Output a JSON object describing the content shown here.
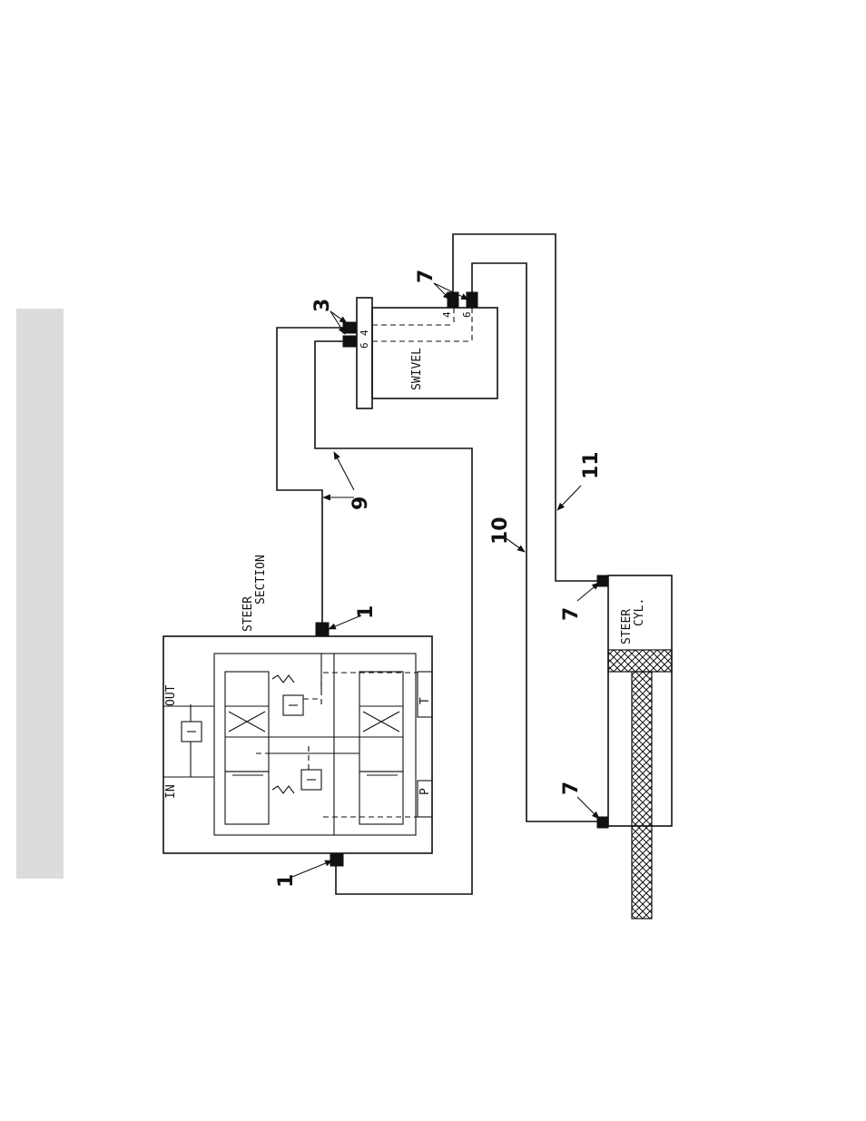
{
  "labels": {
    "steer": "STEER",
    "section": "SECTION",
    "swivel": "SWIVEL",
    "steer_cyl_line1": "STEER",
    "steer_cyl_line2": "CYL.",
    "port_out": "OUT",
    "port_in": "IN",
    "port_t": "T",
    "port_p": "P",
    "swivel_port_4a": "4",
    "swivel_port_6a": "6",
    "swivel_port_4b": "4",
    "swivel_port_6b": "6"
  },
  "callouts": {
    "c1_top": "1",
    "c1_bottom": "1",
    "c3": "3",
    "c7_top": "7",
    "c7_cyl_top": "7",
    "c7_cyl_bottom": "7",
    "c9": "9",
    "c10": "10",
    "c11": "11"
  }
}
